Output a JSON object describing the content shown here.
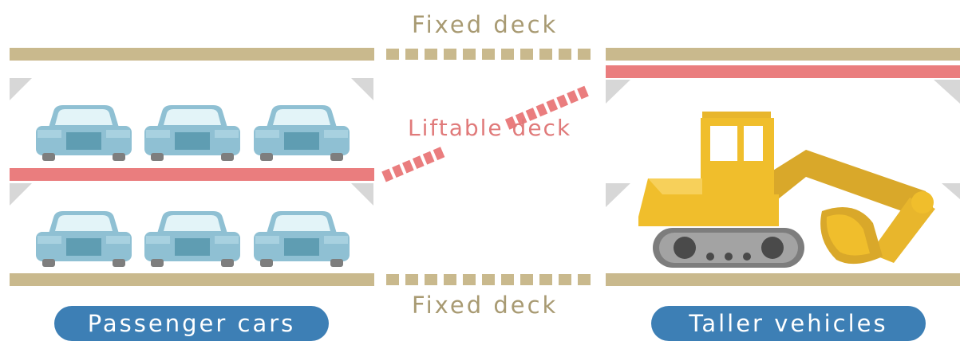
{
  "labels": {
    "fixed_deck_top": "Fixed deck",
    "fixed_deck_bottom": "Fixed deck",
    "liftable_deck": "Liftable deck",
    "passenger_cars": "Passenger cars",
    "taller_vehicles": "Taller vehicles"
  },
  "colors": {
    "fixed_deck": "#c9b98d",
    "liftable_deck": "#ea7d7e",
    "car_body": "#8fc0d3",
    "car_window": "#e3f4f8",
    "label_pill": "#3d7fb5",
    "excavator": "#f0be2c",
    "track": "#7d7d7d",
    "bracket": "#d7d7d7"
  },
  "icons": [
    "car-icon",
    "excavator-icon"
  ]
}
